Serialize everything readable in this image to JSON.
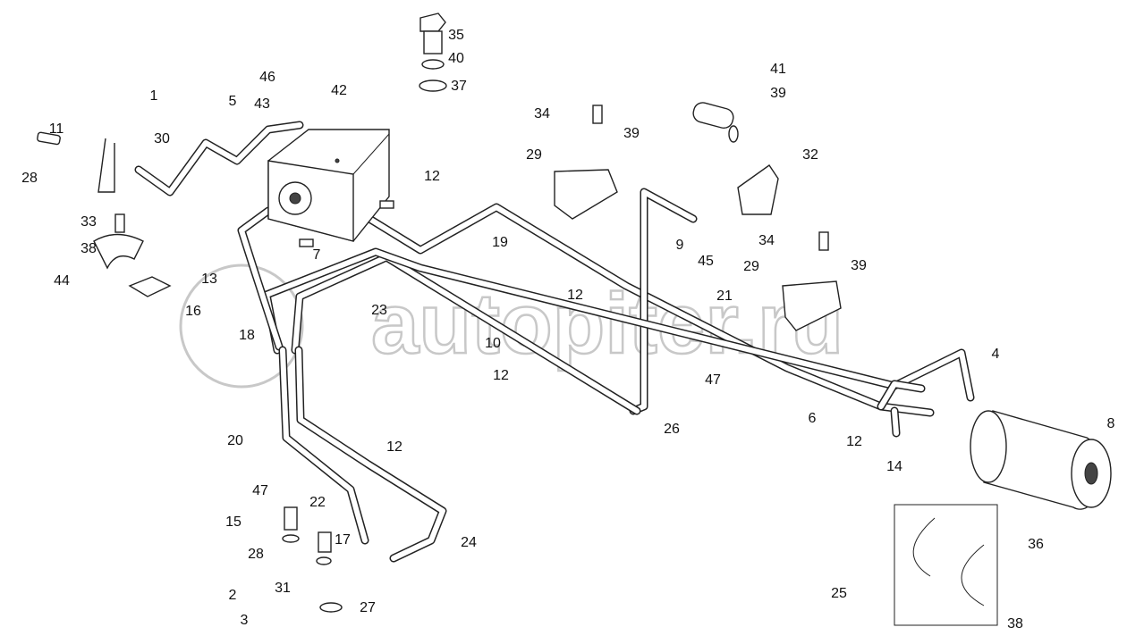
{
  "diagram": {
    "watermark": "autopiter.ru",
    "callouts": [
      "35",
      "40",
      "37",
      "46",
      "42",
      "43",
      "5",
      "1",
      "11",
      "30",
      "28",
      "33",
      "38",
      "44",
      "16",
      "13",
      "18",
      "23",
      "7",
      "12",
      "19",
      "29",
      "34",
      "39",
      "41",
      "39",
      "32",
      "9",
      "45",
      "34",
      "39",
      "29",
      "12",
      "21",
      "10",
      "12",
      "26",
      "47",
      "6",
      "4",
      "8",
      "12",
      "14",
      "20",
      "12",
      "47",
      "22",
      "15",
      "28",
      "17",
      "24",
      "2",
      "31",
      "3",
      "27",
      "36",
      "25",
      "38"
    ]
  }
}
